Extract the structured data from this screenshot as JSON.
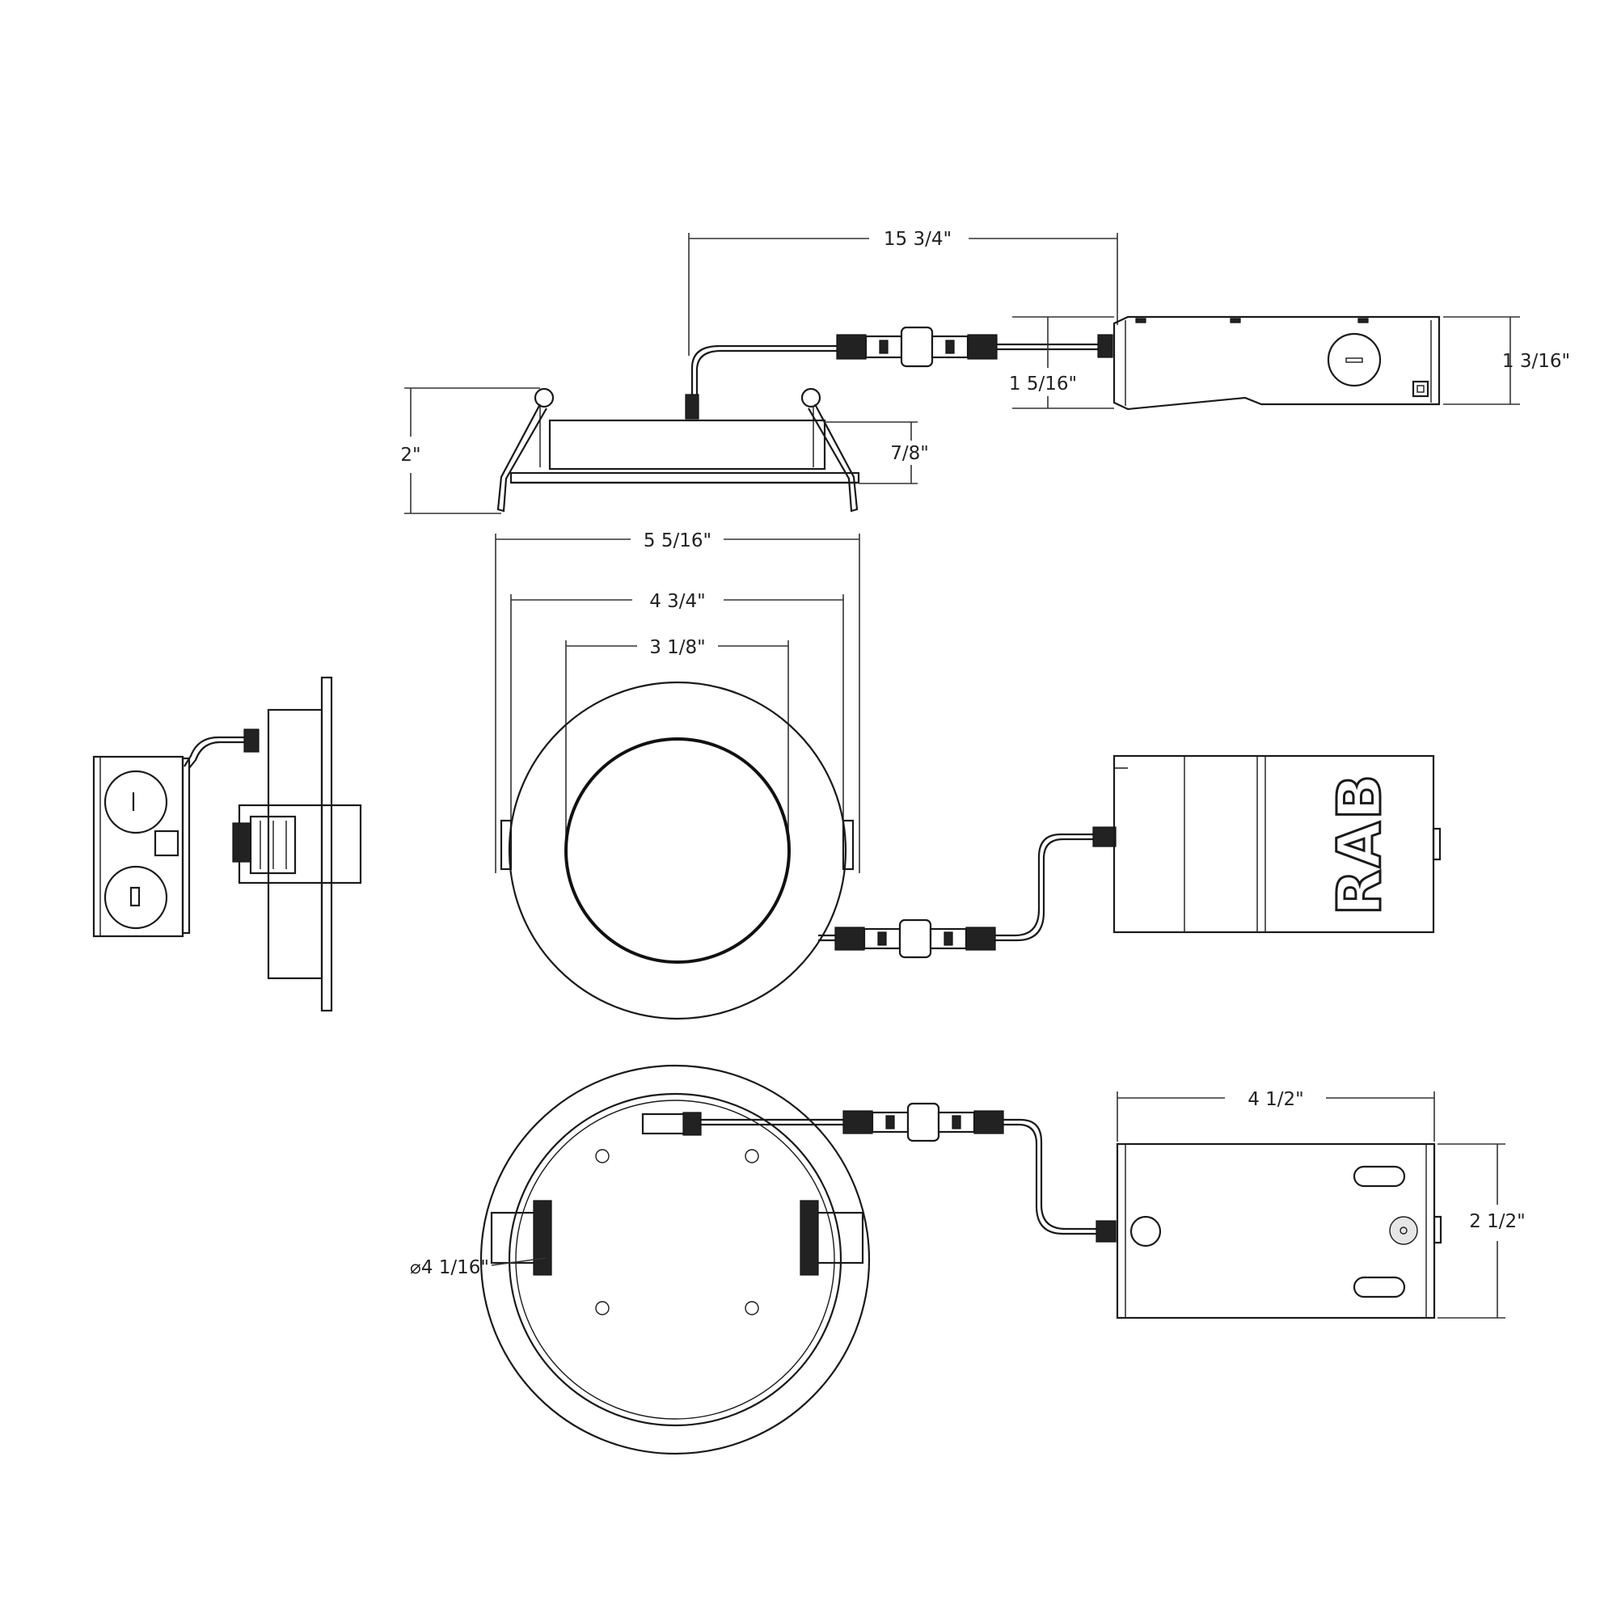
{
  "dimensions": {
    "overall_length": "15 3/4\"",
    "driver_height": "1 5/16\"",
    "driver_height_right": "1 3/16\"",
    "fixture_height": "2\"",
    "trim_depth": "7/8\"",
    "trim_diameter": "5 5/16\"",
    "housing_diameter": "4 3/4\"",
    "lens_diameter": "3 1/8\"",
    "cutout_diameter": "⌀4 1/16\"",
    "driver_width": "4 1/2\"",
    "driver_depth": "2 1/2\""
  },
  "brand": {
    "logo_text": "RAB"
  }
}
